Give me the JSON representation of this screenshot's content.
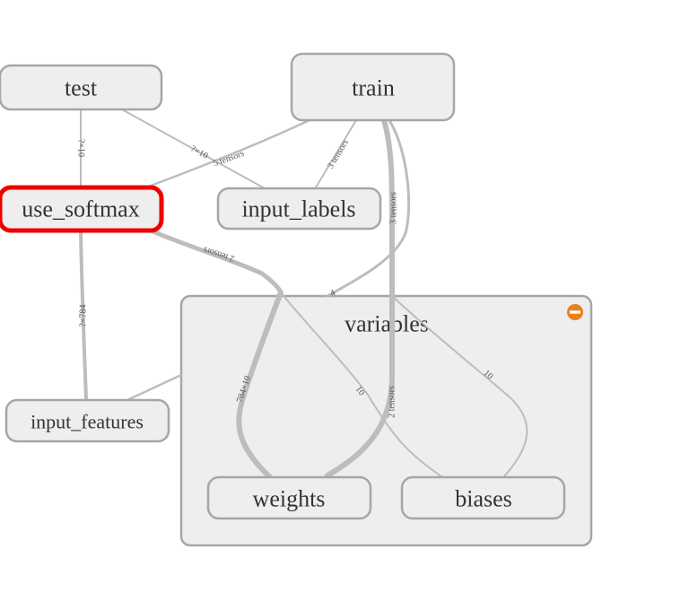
{
  "nodes": {
    "test": "test",
    "train": "train",
    "use_softmax": "use_softmax",
    "input_labels": "input_labels",
    "input_features": "input_features",
    "weights": "weights",
    "biases": "biases"
  },
  "groups": {
    "variables": "variables"
  },
  "edge_labels": {
    "test_use_softmax": "?×10",
    "test_input_labels": "?×10",
    "train_use_softmax": "5 tensors",
    "train_input_labels": "3 tensors",
    "train_variables": "3 tensors",
    "train_weights": "2 tensors",
    "use_softmax_variables": "2 tensors",
    "use_softmax_input_features": "?×784",
    "variables_weights": "784×10",
    "variables_biases": "10",
    "variables_weights_biases": "10",
    "train_variables_marker": "4"
  },
  "selected_node": "use_softmax",
  "colors": {
    "selection": "#ee0000",
    "collapse_button": "#e8821e",
    "node_fill": "#eeeeee",
    "node_stroke": "#a6a6a6",
    "edge": "#bdbdbd"
  },
  "icons": {
    "collapse": "minus-circle-icon"
  }
}
